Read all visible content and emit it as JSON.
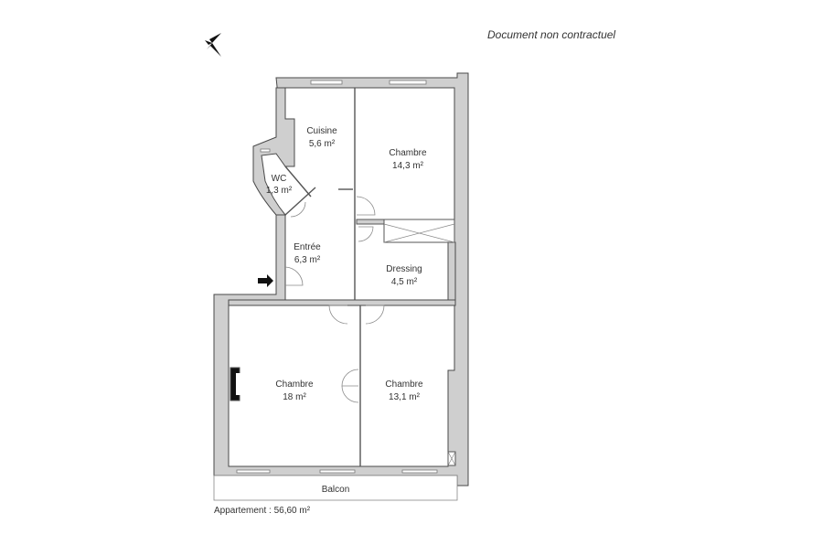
{
  "disclaimer": "Document non contractuel",
  "total_area": "Appartement : 56,60 m²",
  "rooms": [
    {
      "name": "Cuisine",
      "area": "5,6 m²"
    },
    {
      "name": "Chambre",
      "area": "14,3 m²"
    },
    {
      "name": "WC",
      "area": "1,3 m²"
    },
    {
      "name": "Entrée",
      "area": "6,3 m²"
    },
    {
      "name": "Dressing",
      "area": "4,5 m²"
    },
    {
      "name": "Chambre",
      "area": "18 m²"
    },
    {
      "name": "Chambre",
      "area": "13,1 m²"
    }
  ],
  "balcony": "Balcon",
  "icons": {
    "compass": "north-compass-icon",
    "entrance": "entrance-arrow-icon"
  }
}
